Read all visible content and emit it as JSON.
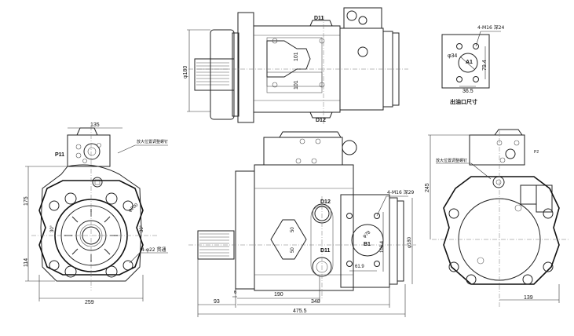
{
  "drawing": {
    "title": "Hydraulic piston pump outline dimensions",
    "views": {
      "top_view": {
        "labels": {
          "port_d11": "D11",
          "port_d12": "D12",
          "shaft_dia": "φ180",
          "dim_101_a": "101",
          "dim_101_b": "101"
        }
      },
      "port_detail": {
        "labels": {
          "bolt_spec": "4-M16 深24",
          "bore_dia": "φ34",
          "port_name": "A1",
          "height": "79.4",
          "width": "36.5",
          "caption": "出油口尺寸"
        }
      },
      "front_view": {
        "labels": {
          "top_width": "135",
          "port_p11": "P11",
          "note": "放大位置调整螺钉",
          "height_upper": "175",
          "height_lower": "114",
          "width_total": "259",
          "pcd": "φ200",
          "angle_left": "30°",
          "angle_right": "30°",
          "mount_holes": "4-φ22 贯通"
        }
      },
      "side_view": {
        "labels": {
          "port_d12": "D12",
          "port_d11": "D11",
          "inlet_port": "B1",
          "inlet_bolts": "4-M16 深29",
          "inlet_dia": "φ78",
          "inlet_h": "106.4",
          "inlet_w": "61.9",
          "flange_dia": "φ180",
          "dim_50_a": "50",
          "dim_50_b": "50",
          "dim_6": "6",
          "dim_190": "190",
          "dim_93": "93",
          "dim_348": "348",
          "dim_total": "475.5"
        }
      },
      "rear_view": {
        "labels": {
          "note": "放大位置调整螺钉",
          "port_p2": "P2",
          "height": "245",
          "width": "139"
        }
      }
    }
  }
}
